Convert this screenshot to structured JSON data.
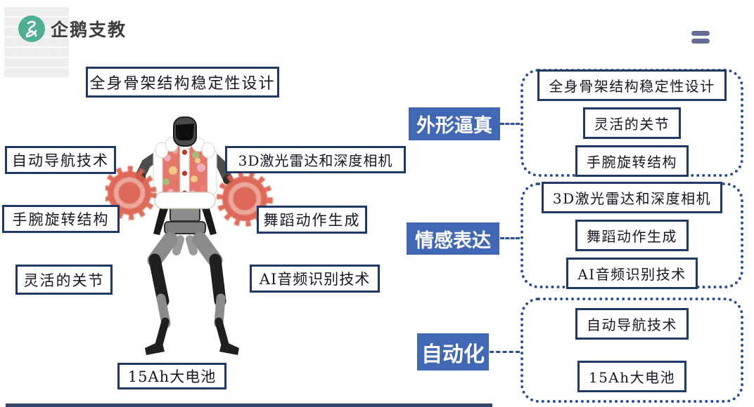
{
  "app": {
    "logo_text": "企鹅支教",
    "logo_icon": "squiggle-logo-icon",
    "menu_icon": "hamburger-menu-icon"
  },
  "callouts": {
    "skeleton": "全身骨架结构稳定性设计",
    "navigation": "自动导航技术",
    "wrist": "手腕旋转结构",
    "joints": "灵活的关节",
    "lidar": "3D激光雷达和深度相机",
    "dance": "舞蹈动作生成",
    "audio": "AI音频识别技术",
    "battery": "15Ah大电池"
  },
  "categories": [
    {
      "label": "外形逼真",
      "items": [
        "全身骨架结构稳定性设计",
        "灵活的关节",
        "手腕旋转结构"
      ]
    },
    {
      "label": "情感表达",
      "items": [
        "3D激光雷达和深度相机",
        "舞蹈动作生成",
        "AI音频识别技术"
      ]
    },
    {
      "label": "自动化",
      "items": [
        "自动导航技术",
        "15Ah大电池"
      ]
    }
  ],
  "colors": {
    "badge_blue": "#4068B5",
    "border_navy": "#1F3864",
    "dotted_blue": "#2C4F93",
    "logo_green": "#4FAE93",
    "flower_red": "#DB5E4B"
  }
}
